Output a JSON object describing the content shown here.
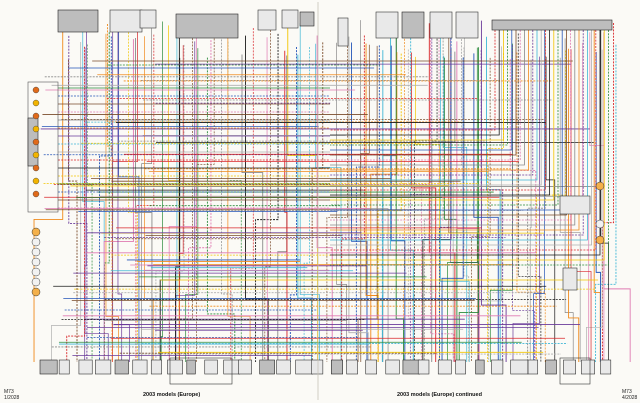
{
  "diagram": {
    "left_caption": "2003 models (Europe)",
    "right_caption": "2003 models (Europe) continued",
    "left_code": "M73",
    "left_code2": "1/2028",
    "right_code": "M73",
    "right_code2": "4/2028"
  },
  "colors": {
    "background": "#fbfaf6",
    "wire": [
      "#d9262a",
      "#1a1a1a",
      "#f2c500",
      "#2a8a3a",
      "#2455b8",
      "#7a4b2a",
      "#e07ab2",
      "#8a8a8a",
      "#f08a1c",
      "#6a3a9a",
      "#3fb7d6",
      "#b0b0b0"
    ]
  }
}
